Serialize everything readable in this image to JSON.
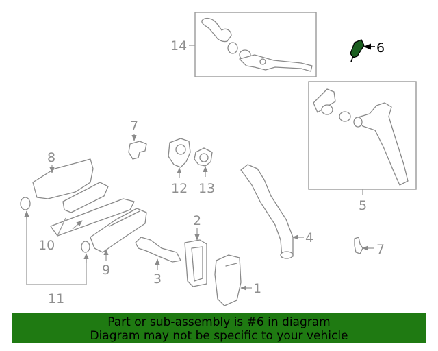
{
  "diagram": {
    "callouts": {
      "c1": "1",
      "c2": "2",
      "c3": "3",
      "c4": "4",
      "c5": "5",
      "c6": "6",
      "c7a": "7",
      "c7b": "7",
      "c8": "8",
      "c9": "9",
      "c10": "10",
      "c11": "11",
      "c12": "12",
      "c13": "13",
      "c14": "14"
    },
    "highlighted_part": "6",
    "colors": {
      "highlight": "#1b5e20",
      "line": "#8a8a8a",
      "banner": "#1f7a12"
    }
  },
  "banner": {
    "line1": "Part or sub-assembly is #6 in diagram",
    "line2": "Diagram may not be specific to your vehicle"
  }
}
